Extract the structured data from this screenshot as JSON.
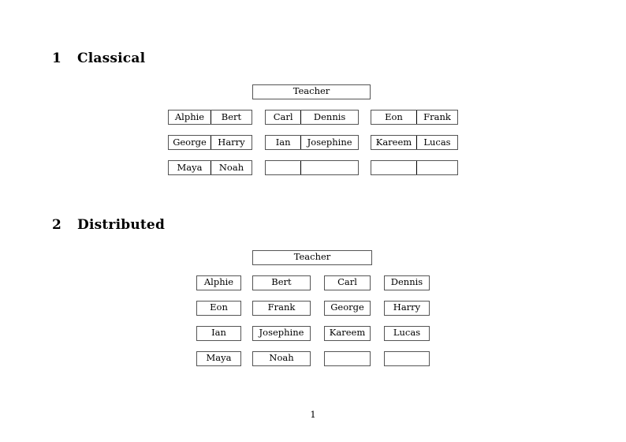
{
  "document": {
    "page_number": "1"
  },
  "sections": [
    {
      "number": "1",
      "title": "Classical",
      "root": {
        "label": "Teacher"
      },
      "groups": [
        {
          "rows": [
            {
              "cells": [
                "Alphie",
                "Bert"
              ]
            },
            {
              "cells": [
                "George",
                "Harry"
              ]
            },
            {
              "cells": [
                "Maya",
                "Noah"
              ]
            }
          ]
        },
        {
          "rows": [
            {
              "cells": [
                "Carl",
                "Dennis"
              ]
            },
            {
              "cells": [
                "Ian",
                "Josephine"
              ]
            },
            {
              "cells": [
                "",
                ""
              ]
            }
          ]
        },
        {
          "rows": [
            {
              "cells": [
                "Eon",
                "Frank"
              ]
            },
            {
              "cells": [
                "Kareem",
                "Lucas"
              ]
            },
            {
              "cells": [
                "",
                ""
              ]
            }
          ]
        }
      ]
    },
    {
      "number": "2",
      "title": "Distributed",
      "root": {
        "label": "Teacher"
      },
      "rows": [
        {
          "cells": [
            "Alphie",
            "Bert",
            "Carl",
            "Dennis"
          ]
        },
        {
          "cells": [
            "Eon",
            "Frank",
            "George",
            "Harry"
          ]
        },
        {
          "cells": [
            "Ian",
            "Josephine",
            "Kareem",
            "Lucas"
          ]
        },
        {
          "cells": [
            "Maya",
            "Noah",
            "",
            ""
          ]
        }
      ]
    }
  ]
}
